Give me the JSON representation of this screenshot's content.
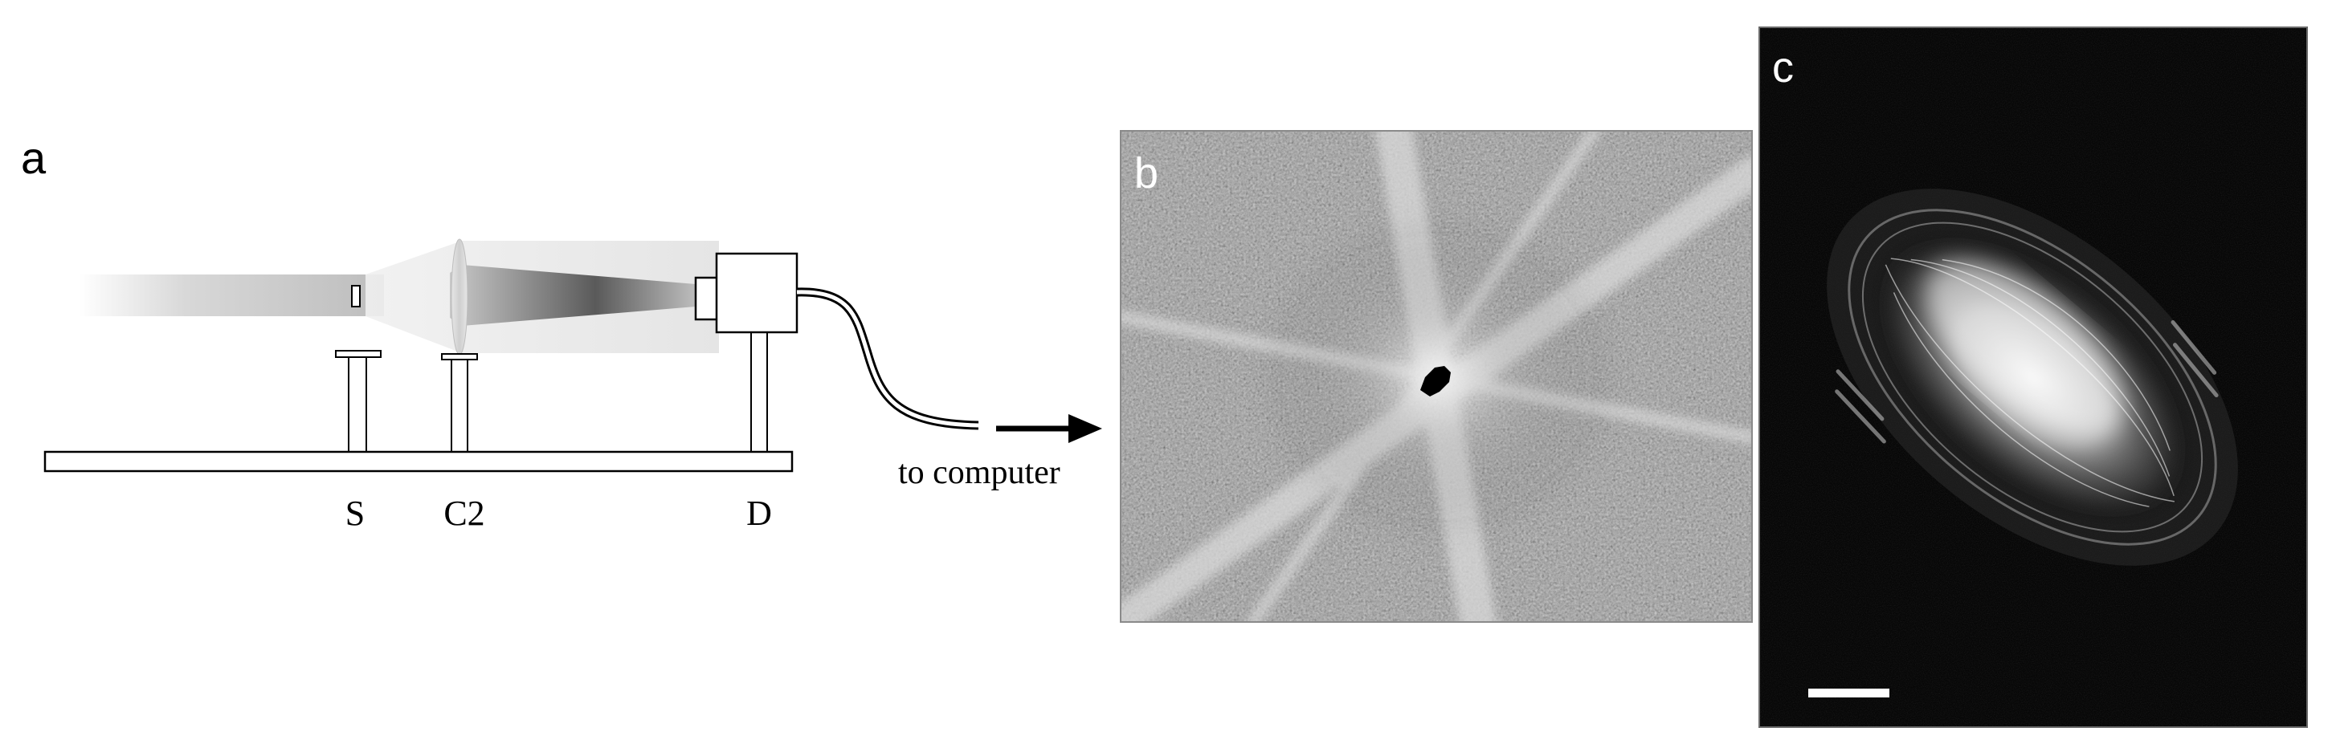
{
  "panels": {
    "a": {
      "letter": "a",
      "labels": {
        "sample": "S",
        "lens": "C2",
        "detector": "D"
      },
      "output_caption": "to computer"
    },
    "b": {
      "letter": "b"
    },
    "c": {
      "letter": "c"
    }
  },
  "colors": {
    "background": "#ffffff",
    "ink": "#000000",
    "beam": "#8f8f8f",
    "pattern_dark": "#3a3a3a",
    "reconstruction_bg": "#060606",
    "scale_bar": "#ffffff"
  }
}
